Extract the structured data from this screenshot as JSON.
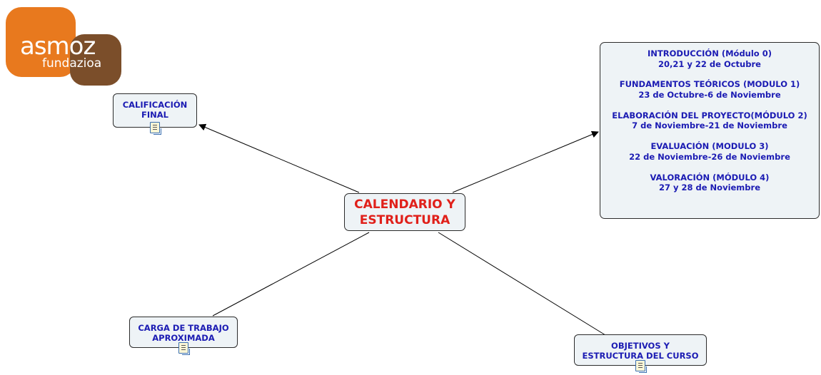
{
  "logo": {
    "main": "asmoz",
    "sub": "fundazioa",
    "colors": {
      "orange": "#e8791e",
      "brown": "#7b4e2a"
    }
  },
  "center": {
    "line1": "CALENDARIO Y",
    "line2": "ESTRUCTURA"
  },
  "nodes": {
    "calificacion": {
      "label": "CALIFICACIÓN\nFINAL",
      "icon": "document-icon"
    },
    "carga": {
      "label": "CARGA DE TRABAJO\nAPROXIMADA",
      "icon": "document-icon"
    },
    "objetivos": {
      "label": "OBJETIVOS Y\nESTRUCTURA DEL CURSO",
      "icon": "document-icon"
    }
  },
  "modules": [
    {
      "title": "INTRODUCCIÓN (Módulo 0)",
      "dates": "20,21 y 22 de Octubre"
    },
    {
      "title": "FUNDAMENTOS TEÓRICOS (MODULO 1)",
      "dates": "23 de Octubre-6 de Noviembre"
    },
    {
      "title": "ELABORACIÓN DEL PROYECTO(MÓDULO 2)",
      "dates": "7 de Noviembre-21 de Noviembre"
    },
    {
      "title": "EVALUACIÓN (MODULO 3)",
      "dates": "22 de Noviembre-26 de Noviembre"
    },
    {
      "title": "VALORACIÓN (MÓDULO 4)",
      "dates": "27 y 28 de Noviembre"
    }
  ],
  "colors": {
    "node_text": "#1b1bb3",
    "center_text": "#e0201a",
    "node_fill": "#eef3f6",
    "line": "#000000"
  }
}
